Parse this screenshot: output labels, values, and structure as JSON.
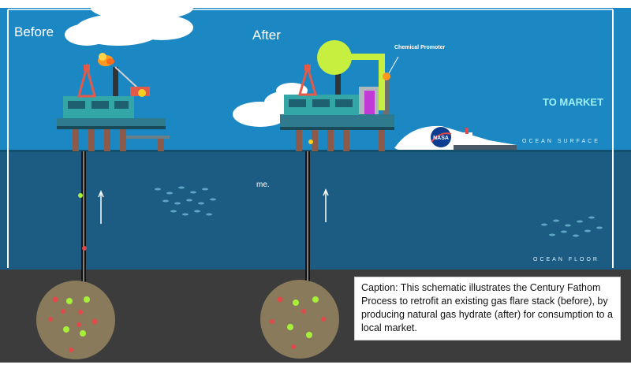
{
  "labels": {
    "before": "Before",
    "after": "After",
    "chemical_promoter": "Chemical Promoter",
    "to_market": "TO MARKET",
    "ocean_surface": "OCEAN SURFACE",
    "ocean_floor": "OCEAN FLOOR",
    "stray_text": "me.",
    "nasa_logo": "NASA"
  },
  "caption": {
    "text": "Caption: This schematic illustrates the Century Fathom Process to retrofit an existing gas flare stack (before), by producing natural gas hydrate (after) for consumption to a local market."
  },
  "colors": {
    "sky": "#1b88c4",
    "sea": "#1c5c82",
    "seabed": "#3c3c3c",
    "reservoir": "#8a7a5c",
    "gas_green": "#a6f03a",
    "gas_red": "#e04a4a",
    "hydrate_green": "#c7ef40",
    "flare": "#ff9a1f",
    "tank_purple": "#c23ad6",
    "platform": "#2f7a8c"
  },
  "icons": [
    "flare-icon",
    "arrow-up-icon",
    "fish-school-icon",
    "nasa-logo-icon",
    "ship-icon",
    "cloud-icon"
  ]
}
